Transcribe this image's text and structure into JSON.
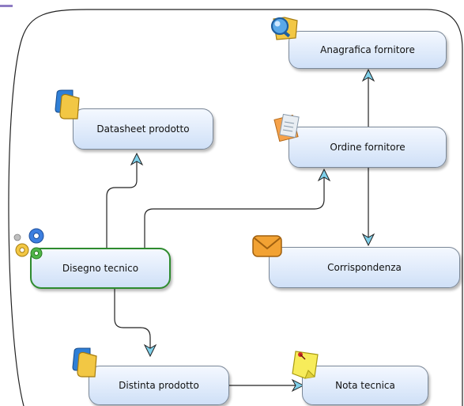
{
  "nodes": {
    "anagrafica": {
      "label": "Anagrafica fornitore",
      "icon": "magnifier-folder-icon"
    },
    "datasheet": {
      "label": "Datasheet prodotto",
      "icon": "document-stack-icon"
    },
    "ordine": {
      "label": "Ordine fornitore",
      "icon": "order-form-icon"
    },
    "disegno": {
      "label": "Disegno tecnico",
      "icon": "gears-icon",
      "selected": true
    },
    "corrispondenza": {
      "label": "Corrispondenza",
      "icon": "envelope-icon"
    },
    "distinta": {
      "label": "Distinta prodotto",
      "icon": "document-stack-icon"
    },
    "nota": {
      "label": "Nota tecnica",
      "icon": "sticky-note-icon"
    }
  },
  "colors": {
    "node_fill_top": "#f4f8ff",
    "node_fill_bottom": "#cfe0f7",
    "node_border": "#7a8797",
    "selected_border": "#2e8b2e",
    "connector": "#222222",
    "arrow_fill": "#7fd0ea"
  }
}
